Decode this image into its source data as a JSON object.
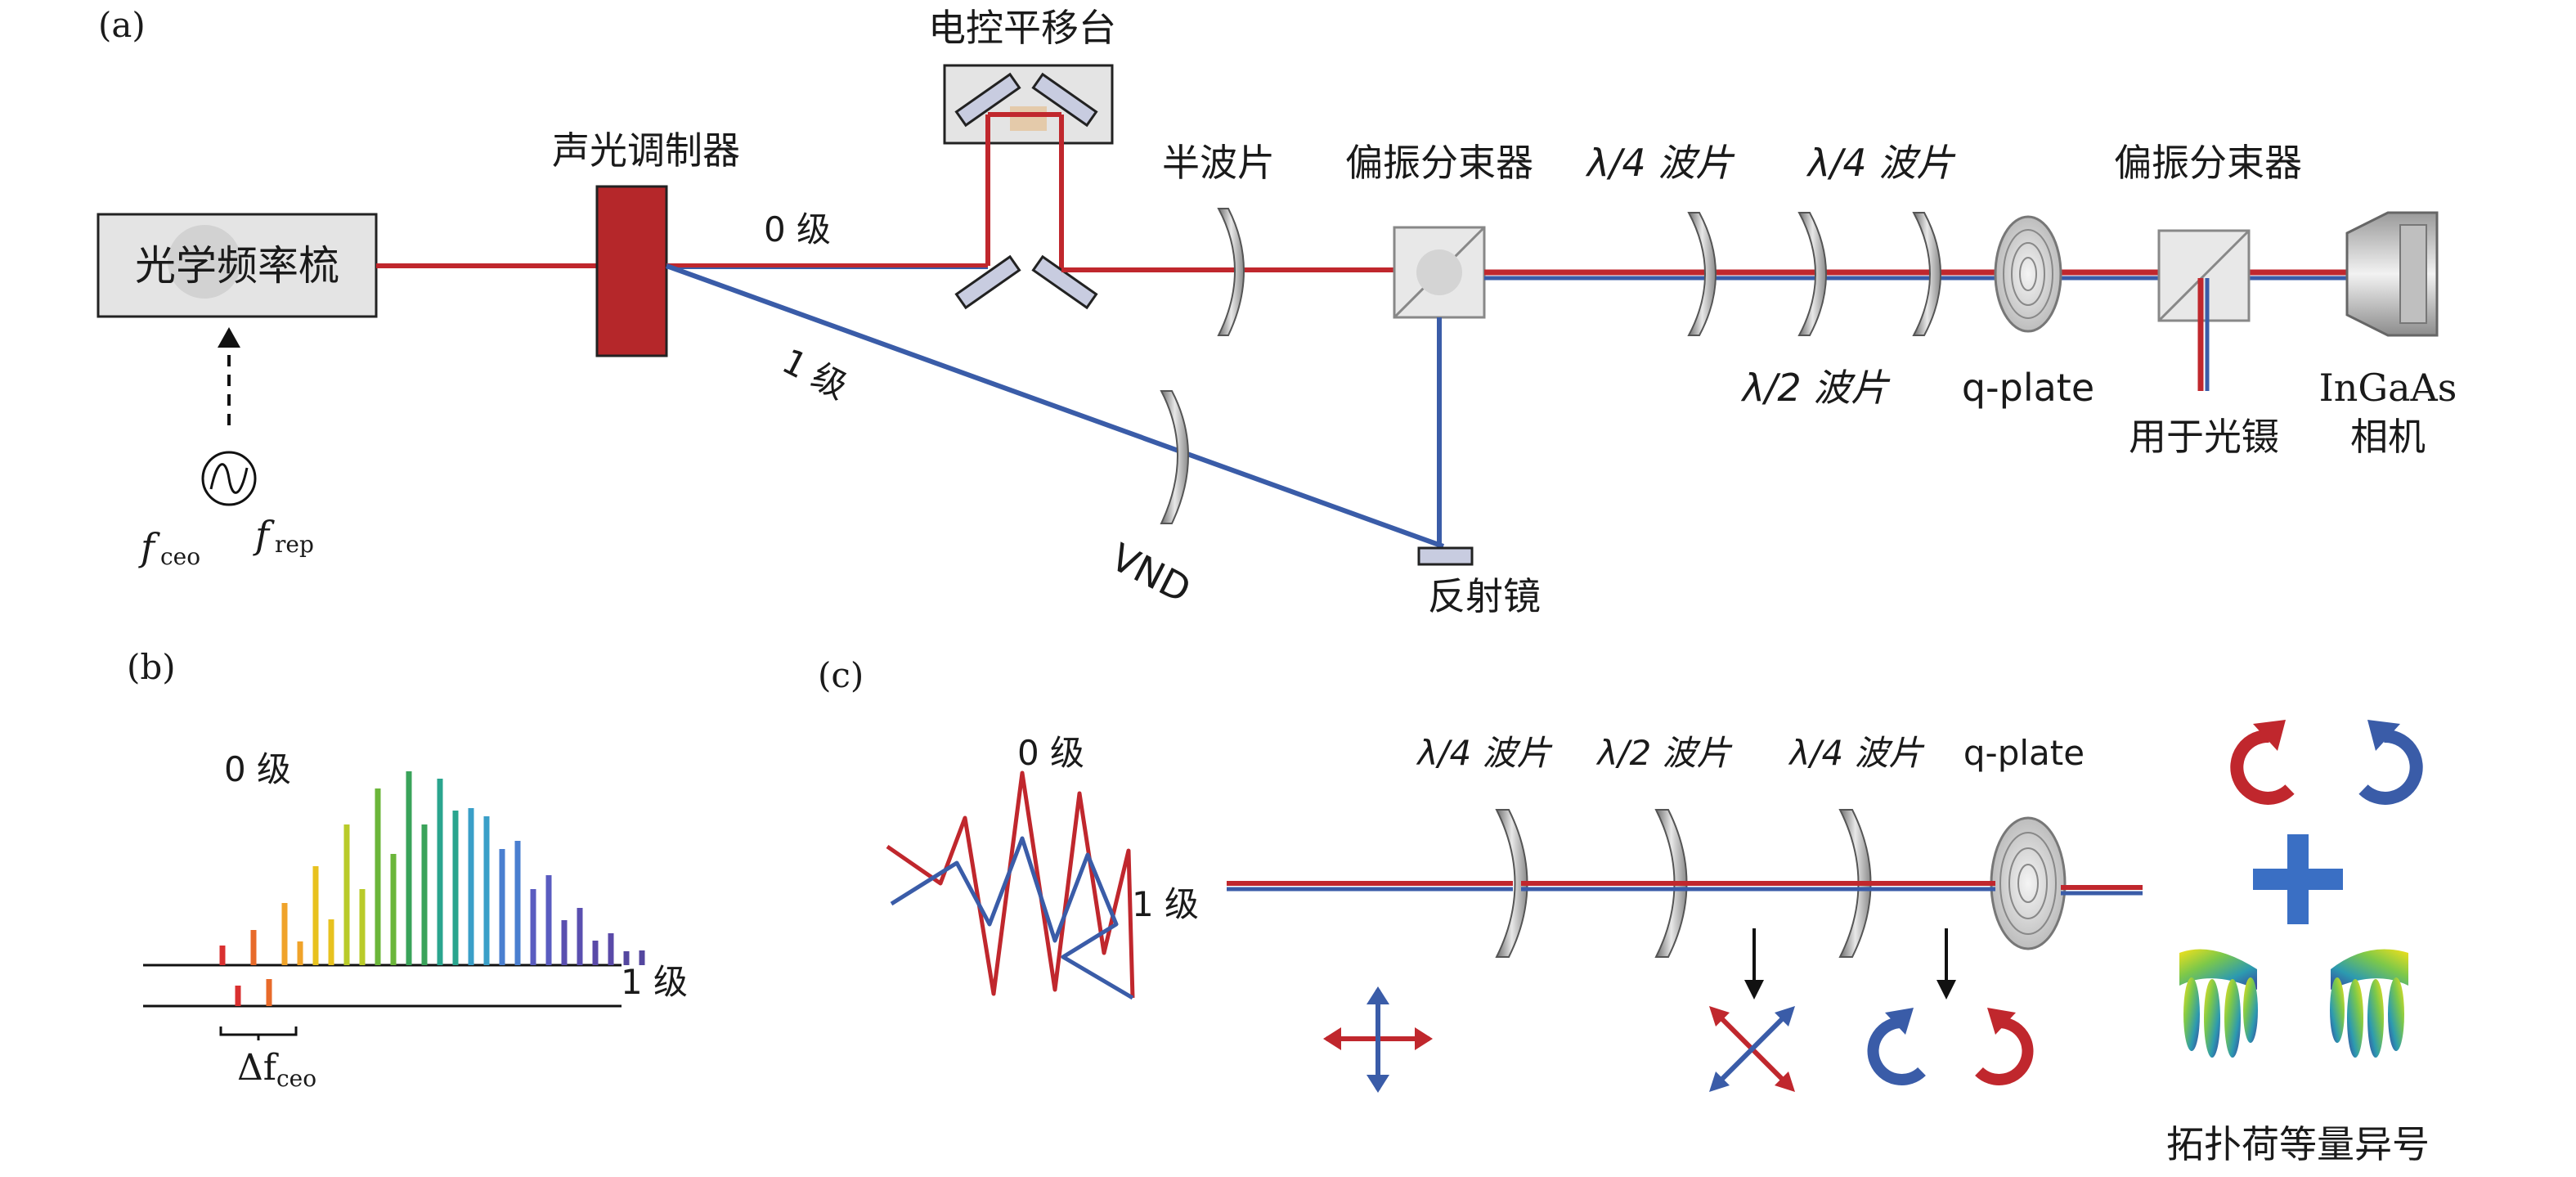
{
  "panel_a": {
    "label": "(a)",
    "comb_label": "光学频率梳",
    "aom_label": "声光调制器",
    "stage_label": "电控平移台",
    "order0_label": "0 级",
    "order1_label": "1 级",
    "hwp_label": "半波片",
    "pbs1_label": "偏振分束器",
    "qwp1_label": "λ/4 波片",
    "qwp2_label": "λ/4 波片",
    "hwp2_label": "λ/2 波片",
    "qplate_label": "q-plate",
    "pbs2_label": "偏振分束器",
    "tweezer_label": "用于光镊",
    "camera_label_1": "InGaAs",
    "camera_label_2": "相机",
    "vnd_label": "VND",
    "mirror_label": "反射镜",
    "fceo_label": "f",
    "fceo_sub": "ceo",
    "frep_label": "f",
    "frep_sub": "rep"
  },
  "panel_b": {
    "label": "(b)",
    "order0_label": "0 级",
    "order1_label": "1 级",
    "delta_label": "Δf",
    "delta_sub": "ceo"
  },
  "panel_c": {
    "label": "(c)",
    "order0_label": "0 级",
    "order1_label": "1 级",
    "qwp1_label": "λ/4 波片",
    "hwp_label": "λ/2 波片",
    "qwp2_label": "λ/4 波片",
    "qplate_label": "q-plate",
    "topo_label": "拓扑荷等量异号"
  },
  "colors": {
    "red_beam": "#c0272d",
    "blue_beam": "#3a5ca8",
    "aom_fill": "#b5272a",
    "box_fill": "#e4e4e4",
    "mirror_fill": "#c8cce0"
  }
}
